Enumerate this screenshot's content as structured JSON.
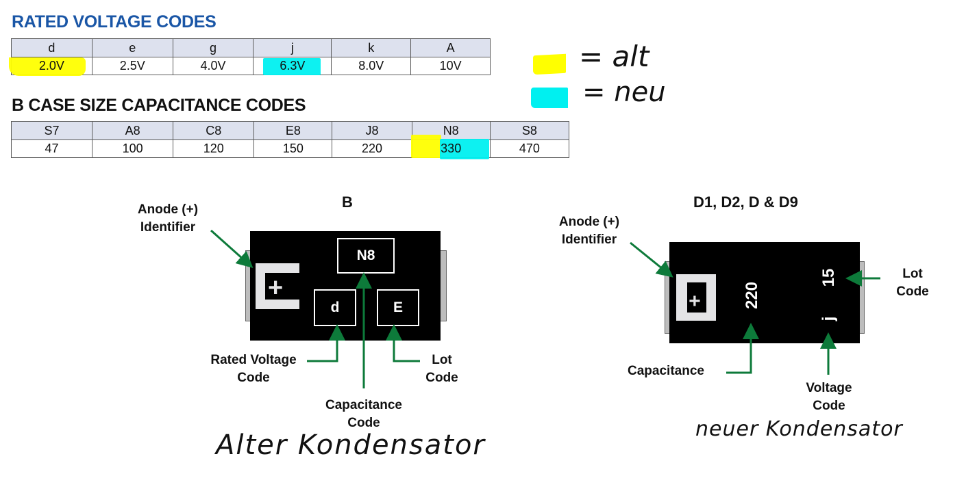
{
  "voltage_section": {
    "title": "RATED VOLTAGE CODES",
    "codes": [
      "d",
      "e",
      "g",
      "j",
      "k",
      "A"
    ],
    "values": [
      "2.0V",
      "2.5V",
      "4.0V",
      "6.3V",
      "8.0V",
      "10V"
    ],
    "highlight_old_index": 0,
    "highlight_new_index": 3
  },
  "capacitance_section": {
    "title": "B CASE SIZE CAPACITANCE CODES",
    "codes": [
      "S7",
      "A8",
      "C8",
      "E8",
      "J8",
      "N8",
      "S8"
    ],
    "values": [
      "47",
      "100",
      "120",
      "150",
      "220",
      "330",
      "470"
    ],
    "highlight_index": 5
  },
  "legend": {
    "old_label": "= alt",
    "new_label": "= neu",
    "old_color": "#ffff00",
    "new_color": "#00f0f0"
  },
  "case_b": {
    "title": "B",
    "anode_label": [
      "Anode (+)",
      "Identifier"
    ],
    "cap_code": "N8",
    "voltage_code": "d",
    "lot_code": "E",
    "rated_voltage_label": [
      "Rated Voltage",
      "Code"
    ],
    "lot_label": [
      "Lot",
      "Code"
    ],
    "capacitance_label": [
      "Capacitance",
      "Code"
    ],
    "annotation": "Alter Kondensator"
  },
  "case_d": {
    "title": "D1, D2, D & D9",
    "anode_label": [
      "Anode (+)",
      "Identifier"
    ],
    "capacitance_value": "220",
    "voltage_code": "j",
    "lot_code": "15",
    "lot_label": [
      "Lot",
      "Code"
    ],
    "capacitance_label": "Capacitance",
    "voltage_label": [
      "Voltage",
      "Code"
    ],
    "annotation": "neuer Kondensator"
  },
  "colors": {
    "title_blue": "#1a56a6",
    "arrow_green": "#0d7a3a",
    "header_fill": "#dde1ee"
  }
}
